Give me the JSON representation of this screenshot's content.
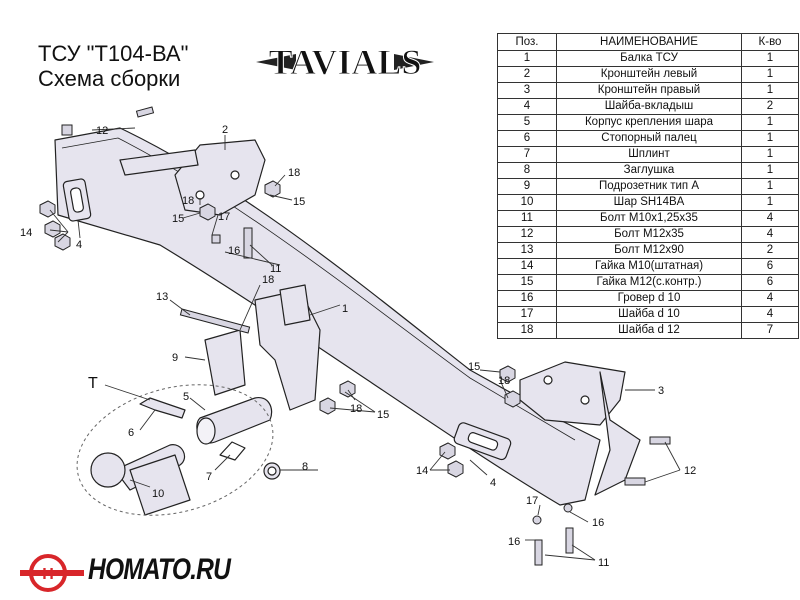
{
  "title": {
    "line1": "ТСУ  \"Т104-ВА\"",
    "line2": "Схема сборки"
  },
  "logo_text": "TAVIALS",
  "table": {
    "headers": [
      "Поз.",
      "НАИМЕНОВАНИЕ",
      "К-во"
    ],
    "rows": [
      [
        "1",
        "Балка ТСУ",
        "1"
      ],
      [
        "2",
        "Кронштейн левый",
        "1"
      ],
      [
        "3",
        "Кронштейн правый",
        "1"
      ],
      [
        "4",
        "Шайба-вкладыш",
        "2"
      ],
      [
        "5",
        "Корпус крепления шара",
        "1"
      ],
      [
        "6",
        "Стопорный палец",
        "1"
      ],
      [
        "7",
        "Шплинт",
        "1"
      ],
      [
        "8",
        "Заглушка",
        "1"
      ],
      [
        "9",
        "Подрозетник тип А",
        "1"
      ],
      [
        "10",
        "Шар SH14BA",
        "1"
      ],
      [
        "11",
        "Болт М10х1,25х35",
        "4"
      ],
      [
        "12",
        "Болт М12х35",
        "4"
      ],
      [
        "13",
        "Болт М12х90",
        "2"
      ],
      [
        "14",
        "Гайка М10(штатная)",
        "6"
      ],
      [
        "15",
        "Гайка М12(с.контр.)",
        "6"
      ],
      [
        "16",
        "Гровер d 10",
        "4"
      ],
      [
        "17",
        "Шайба d 10",
        "4"
      ],
      [
        "18",
        "Шайба d 12",
        "7"
      ]
    ]
  },
  "callouts": [
    "1",
    "2",
    "3",
    "4",
    "4",
    "5",
    "6",
    "7",
    "8",
    "9",
    "10",
    "11",
    "11",
    "12",
    "12",
    "13",
    "14",
    "14",
    "15",
    "15",
    "15",
    "15",
    "16",
    "16",
    "17",
    "17",
    "18",
    "18",
    "18",
    "18",
    "18",
    "T"
  ],
  "watermark": "HOMATO.RU",
  "colors": {
    "part_fill": "#e6e4ee",
    "line": "#222222",
    "brand_red": "#d8262a"
  }
}
